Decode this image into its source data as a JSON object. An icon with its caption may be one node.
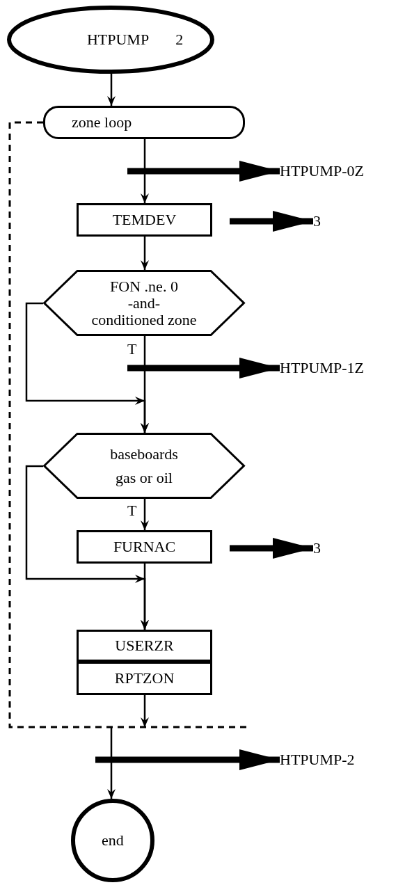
{
  "diagram": {
    "nodes": [
      {
        "text": [
          "HTPUMP",
          "2"
        ]
      },
      {
        "text": [
          "zone loop"
        ]
      },
      {
        "text": [
          "HTPUMP-0Z"
        ]
      },
      {
        "text": [
          "TEMDEV"
        ]
      },
      {
        "text": [
          "3"
        ]
      },
      {
        "text": [
          "FON .ne. 0",
          "-and-",
          "conditioned zone"
        ]
      },
      {
        "text": [
          "HTPUMP-1Z"
        ]
      },
      {
        "text": [
          "baseboards gas or oil"
        ]
      },
      {
        "text": [
          "FURNAC"
        ]
      },
      {
        "text": [
          "3"
        ]
      },
      {
        "text": [
          "USERZR"
        ]
      },
      {
        "text": [
          "RPTZON"
        ]
      },
      {
        "text": [
          "HTPUMP-2"
        ]
      },
      {
        "text": [
          "end"
        ]
      }
    ],
    "edges": [
      {
        "from": 0,
        "to": 1,
        "arrow": "to"
      },
      {
        "from": 1,
        "to": 3,
        "arrow": "to"
      },
      {
        "from": null,
        "to": 2,
        "arrow": "to",
        "style": "thick"
      },
      {
        "from": 3,
        "to": 5,
        "arrow": "to"
      },
      {
        "from": null,
        "to": 4,
        "arrow": "to",
        "style": "thick"
      },
      {
        "from": 5,
        "to": 7,
        "arrow": "to",
        "label": "T"
      },
      {
        "from": 5,
        "to": 7,
        "arrow": "to"
      },
      {
        "from": null,
        "to": 6,
        "arrow": "to",
        "style": "thick"
      },
      {
        "from": 7,
        "to": 8,
        "arrow": "to",
        "label": "T"
      },
      {
        "from": 7,
        "to": 10,
        "arrow": "to"
      },
      {
        "from": 8,
        "to": 10,
        "arrow": "to"
      },
      {
        "from": null,
        "to": 9,
        "arrow": "to",
        "style": "thick"
      },
      {
        "from": 11,
        "to": null,
        "arrow": "to"
      },
      {
        "from": 1,
        "to": null,
        "arrow": "none",
        "style": "dashed"
      },
      {
        "from": null,
        "to": 13,
        "arrow": "to"
      },
      {
        "from": null,
        "to": 12,
        "arrow": "to",
        "style": "thick"
      }
    ]
  }
}
